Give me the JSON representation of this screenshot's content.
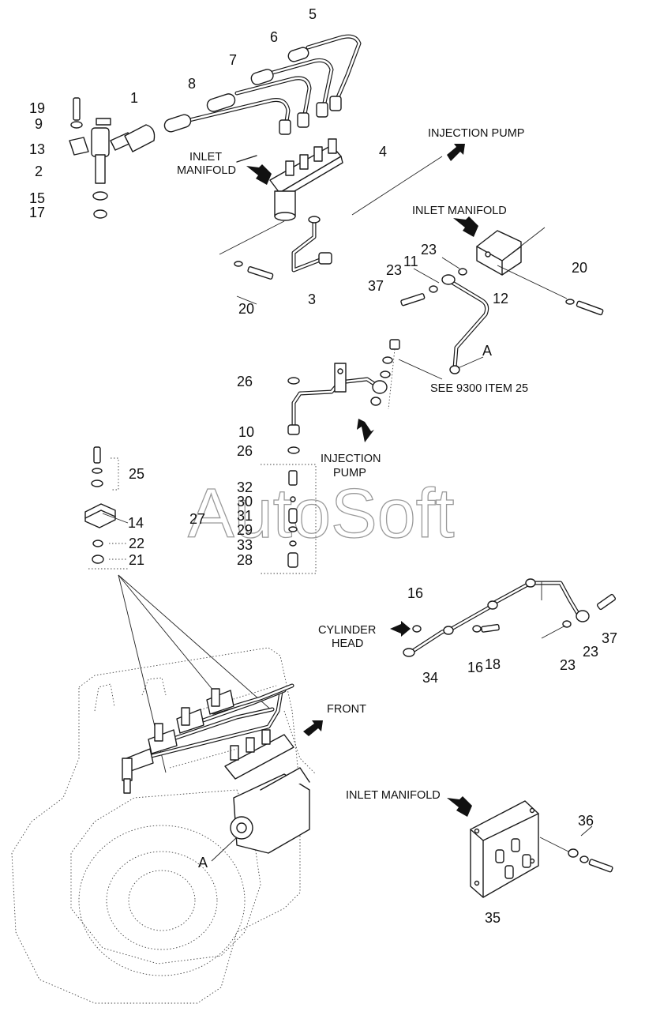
{
  "watermark": "AutoSoft",
  "notes": {
    "injection_pump_1": "INJECTION PUMP",
    "inlet_manifold_1_line1": "INLET",
    "inlet_manifold_1_line2": "MANIFOLD",
    "inlet_manifold_2": "INLET MANIFOLD",
    "see_9300": "SEE 9300 ITEM 25",
    "injection_pump_2_line1": "INJECTION",
    "injection_pump_2_line2": "PUMP",
    "cylinder_head_line1": "CYLINDER",
    "cylinder_head_line2": "HEAD",
    "front": "FRONT",
    "inlet_manifold_3": "INLET MANIFOLD",
    "view_a_top": "A",
    "view_a_bottom": "A"
  },
  "callouts": {
    "c5": "5",
    "c6": "6",
    "c7": "7",
    "c8": "8",
    "c1": "1",
    "c19": "19",
    "c9": "9",
    "c13": "13",
    "c2": "2",
    "c15": "15",
    "c17": "17",
    "c4": "4",
    "c20a": "20",
    "c3": "3",
    "c23a": "23",
    "c11": "11",
    "c23b": "23",
    "c37a": "37",
    "c12": "12",
    "c20b": "20",
    "c26a": "26",
    "c10": "10",
    "c26b": "26",
    "c25": "25",
    "c14": "14",
    "c22": "22",
    "c21": "21",
    "c27": "27",
    "c32": "32",
    "c30": "30",
    "c31": "31",
    "c29": "29",
    "c33": "33",
    "c28": "28",
    "c16a": "16",
    "c34": "34",
    "c16b": "16",
    "c18": "18",
    "c23c": "23",
    "c23d": "23",
    "c37b": "37",
    "c36": "36",
    "c35": "35"
  }
}
